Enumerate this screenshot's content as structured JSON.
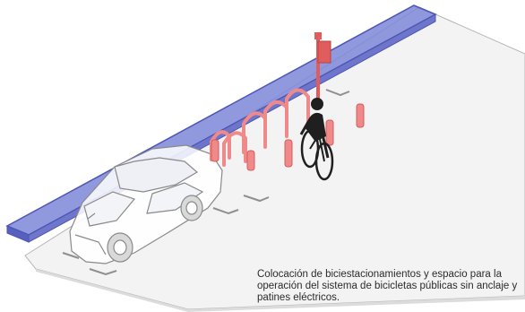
{
  "caption": {
    "lines": [
      "Colocación de biciestacionamientos y espacio para la",
      "operación del sistema de bicicletas públicas sin anclaje y",
      "patines eléctricos."
    ]
  },
  "colors": {
    "bike_lane": "#7d86d8",
    "bike_lane_edge": "#4d56b4",
    "racks": "#f08a8a",
    "rack_edge": "#d35c5c",
    "sidewalk": "#f4f4f4",
    "outline": "#9b9b9b",
    "cyclist": "#1f1f1f",
    "sign": "#e15c5c"
  },
  "icons": {
    "car": "car-icon",
    "cyclist": "cyclist-icon",
    "sign": "bike-parking-sign-icon"
  }
}
